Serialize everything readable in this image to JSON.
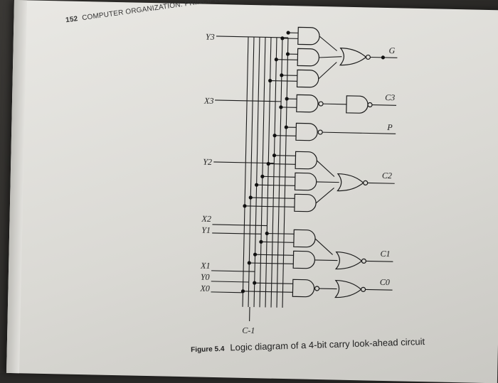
{
  "running_head": {
    "page_number": "152",
    "title": "COMPUTER ORGANIZATION: PRINCIPLES"
  },
  "inputs": {
    "y3": "Y3",
    "x3": "X3",
    "y2": "Y2",
    "x2": "X2",
    "y1": "Y1",
    "x1": "X1",
    "y0": "Y0",
    "x0": "X0",
    "cin": "C-1"
  },
  "outputs": {
    "g": "G",
    "c3": "C3",
    "p": "P",
    "c2": "C2",
    "c1": "C1",
    "c0": "C0"
  },
  "caption": {
    "figure_label": "Figure 5.4",
    "text": "Logic diagram of a 4-bit carry look-ahead circuit"
  }
}
